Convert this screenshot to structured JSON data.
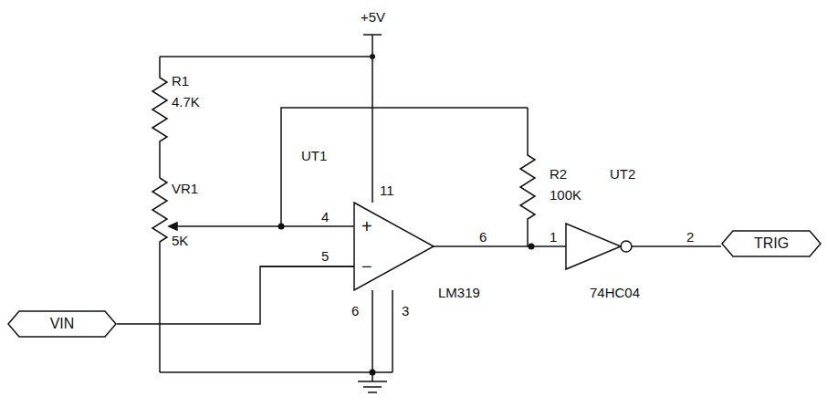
{
  "diagram": {
    "nodes": [
      {
        "text": [
          "VIN"
        ]
      },
      {
        "text": [
          "+",
          "−"
        ]
      },
      {
        "text": [
          "TRIG"
        ]
      }
    ],
    "edges": [
      {
        "from": 0,
        "to": 1,
        "arrow": "none"
      }
    ],
    "labels": [
      "+5V",
      "R1",
      "4.7K",
      "VR1",
      "5K",
      "UT1",
      "11",
      "4",
      "5",
      "R2",
      "100K",
      "UT2",
      "6",
      "1",
      "2",
      "LM319",
      "6",
      "3",
      "74HC04"
    ]
  }
}
